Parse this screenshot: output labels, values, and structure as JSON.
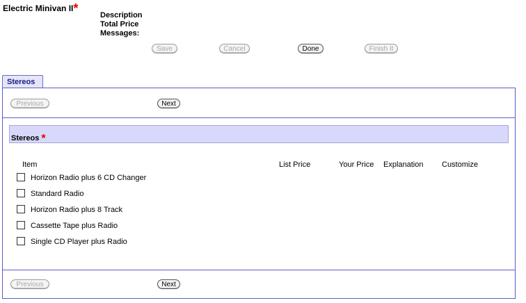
{
  "header": {
    "title": "Electric Minivan II",
    "required_mark": "*",
    "meta_labels": [
      "Description",
      "Total Price",
      "Messages:"
    ]
  },
  "toolbar": {
    "save": "Save",
    "cancel": "Cancel",
    "done": "Done",
    "finish": "Finish It"
  },
  "tabs": [
    {
      "label": "Stereos",
      "active": true
    }
  ],
  "nav": {
    "previous": "Previous",
    "next": "Next"
  },
  "section": {
    "title": "Stereos",
    "required_mark": "*",
    "columns": [
      "Item",
      "List Price",
      "Your Price",
      "Explanation",
      "Customize"
    ],
    "items": [
      {
        "label": "Horizon Radio plus 6 CD Changer",
        "checked": false
      },
      {
        "label": "Standard Radio",
        "checked": false
      },
      {
        "label": "Horizon Radio plus 8 Track",
        "checked": false
      },
      {
        "label": "Cassette Tape plus Radio",
        "checked": false
      },
      {
        "label": "Single CD Player plus Radio",
        "checked": false
      }
    ]
  },
  "colors": {
    "accent_border": "#5c5ccc",
    "section_bg": "#d8d8fa",
    "required": "#e00000"
  }
}
